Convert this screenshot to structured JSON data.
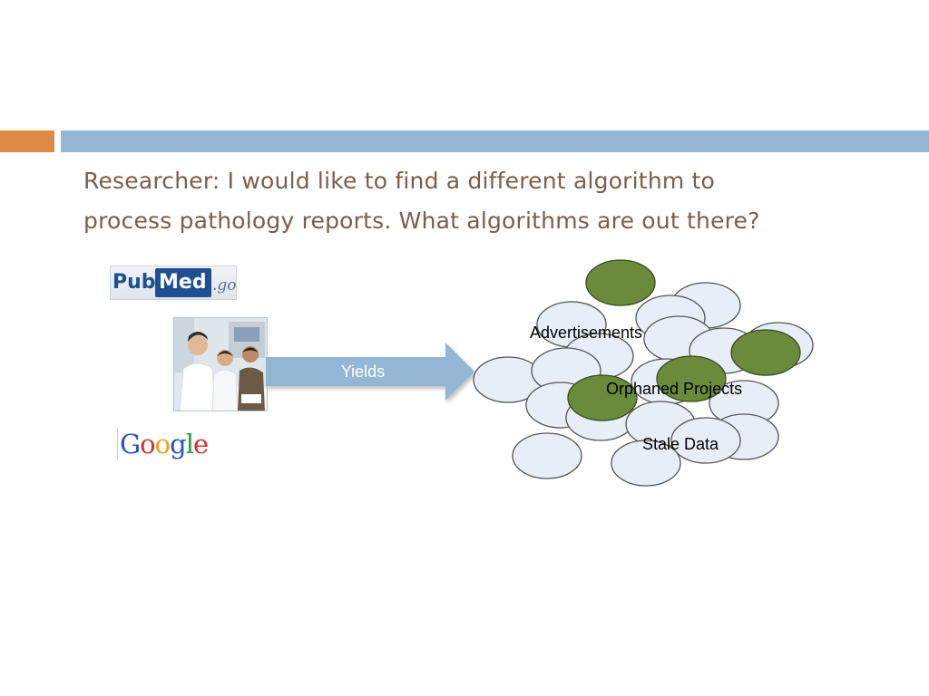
{
  "slide": {
    "title_line1": "Researcher: I would like to find a different algorithm to",
    "title_line2": "process pathology reports.  What algorithms are out there?"
  },
  "sources": {
    "pubmed": {
      "pub": "Pub",
      "med": "Med",
      "gov": ".gov"
    },
    "google": [
      "G",
      "o",
      "o",
      "g",
      "l",
      "e"
    ]
  },
  "arrow": {
    "label": "Yields"
  },
  "results": {
    "labels": {
      "advertisements": "Advertisements",
      "orphaned": "Orphaned Projects",
      "stale": "Stale Data"
    }
  },
  "colors": {
    "accent_orange": "#de8a46",
    "accent_blue": "#93b6d4",
    "title_text": "#7b5d4b",
    "bubble_fill": "#e8eef8",
    "bubble_highlight": "#6b8a3a"
  }
}
